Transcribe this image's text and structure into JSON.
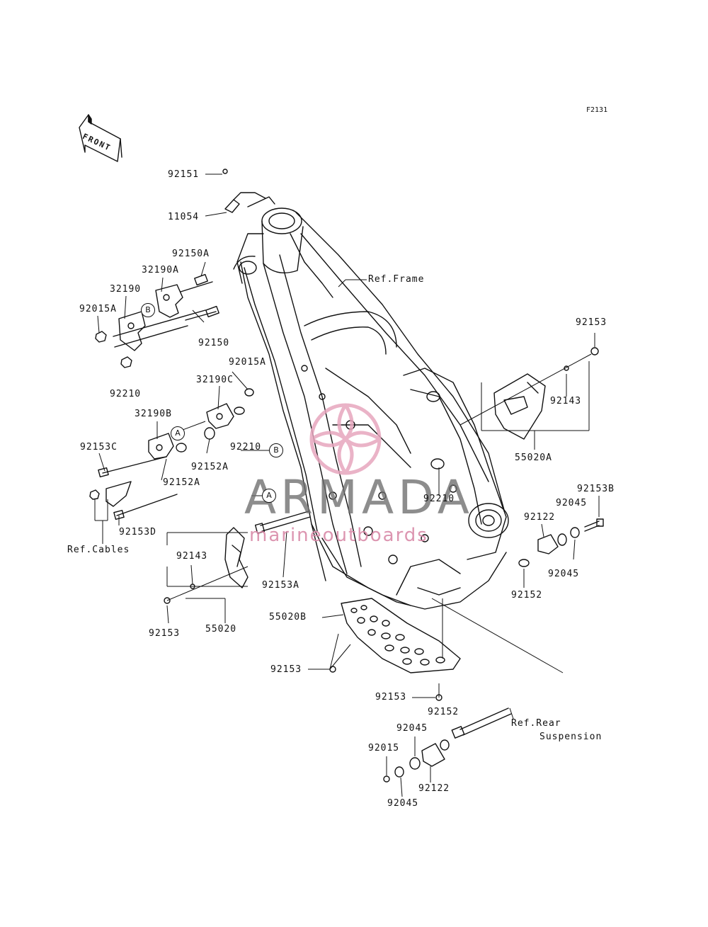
{
  "figure_id": "F2131",
  "front_label": "FRONT",
  "watermark": {
    "brand": "ARMADA",
    "tagline": "marineoutboards"
  },
  "callouts": {
    "a": "A",
    "b": "B"
  },
  "labels": {
    "p92151": "92151",
    "p11054": "11054",
    "p92150A": "92150A",
    "p32190A": "32190A",
    "p32190": "32190",
    "p92015A_1": "92015A",
    "p92150": "92150",
    "p92015A_2": "92015A",
    "p92210_1": "92210",
    "p32190C": "32190C",
    "p32190B": "32190B",
    "p92153C": "92153C",
    "p92210_2": "92210",
    "p92152A_1": "92152A",
    "p92152A_2": "92152A",
    "p92153D": "92153D",
    "ref_cables": "Ref.Cables",
    "ref_frame": "Ref.Frame",
    "p92153_top": "92153",
    "p92143_right": "92143",
    "p55020A": "55020A",
    "p92153B": "92153B",
    "p92045_a": "92045",
    "p92210_3": "92210",
    "p92122_a": "92122",
    "p92045_b": "92045",
    "p92152": "92152",
    "p92143_left": "92143",
    "p92153A": "92153A",
    "p92153_left": "92153",
    "p55020": "55020",
    "p55020B": "55020B",
    "p92153_mid": "92153",
    "p92153_low": "92153",
    "p92152_low": "92152",
    "ref_rear": "Ref.Rear",
    "suspension": "Suspension",
    "p92045_c": "92045",
    "p92015": "92015",
    "p92122_b": "92122",
    "p92045_d": "92045"
  }
}
